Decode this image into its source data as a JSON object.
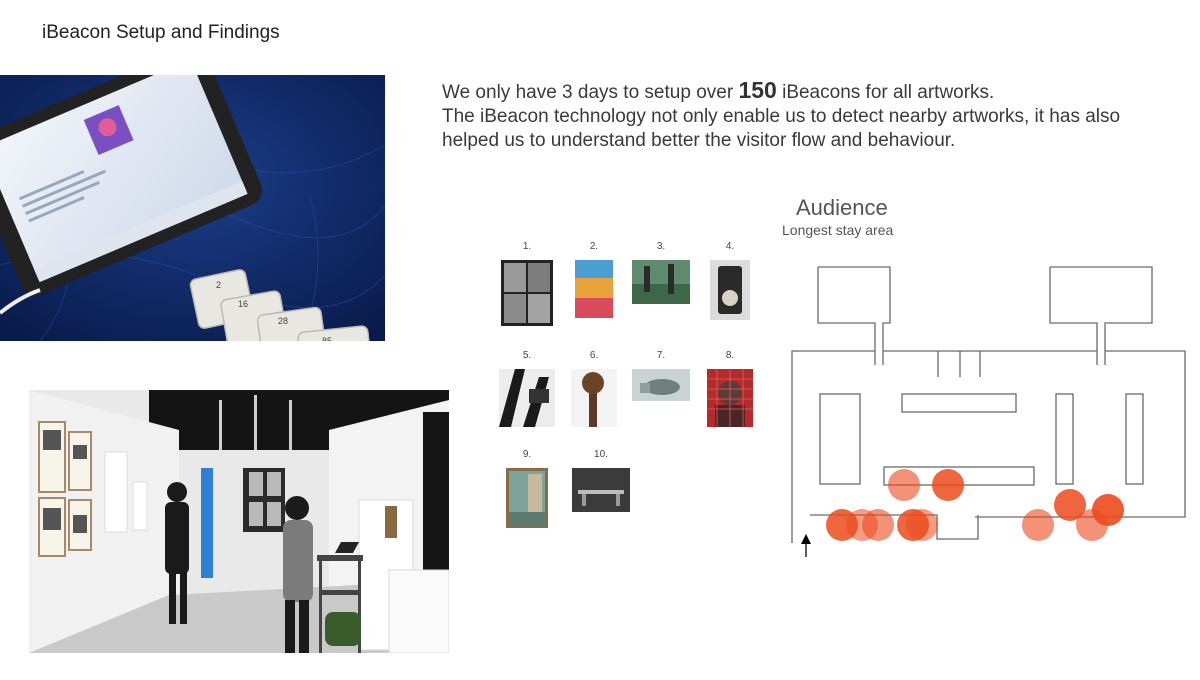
{
  "slide": {
    "title": "iBeacon Setup and Findings"
  },
  "intro": {
    "line1_pre": "We only have 3 days to setup over",
    "line1_num": "150",
    "line1_post": "iBeacons  for all artworks.",
    "line2": "The iBeacon technology not only enable us to detect nearby artworks, it has also helped us to understand better the visitor flow and behaviour."
  },
  "beacon_photo": {
    "labels": [
      "2",
      "16",
      "28",
      "85"
    ]
  },
  "artworks": [
    {
      "label": "1."
    },
    {
      "label": "2."
    },
    {
      "label": "3."
    },
    {
      "label": "4."
    },
    {
      "label": "5."
    },
    {
      "label": "6."
    },
    {
      "label": "7."
    },
    {
      "label": "8."
    },
    {
      "label": "9."
    },
    {
      "label": "10."
    }
  ],
  "audience": {
    "title": "Audience",
    "subtitle": "Longest stay area",
    "hotspot_color": "#ec4a1c"
  }
}
